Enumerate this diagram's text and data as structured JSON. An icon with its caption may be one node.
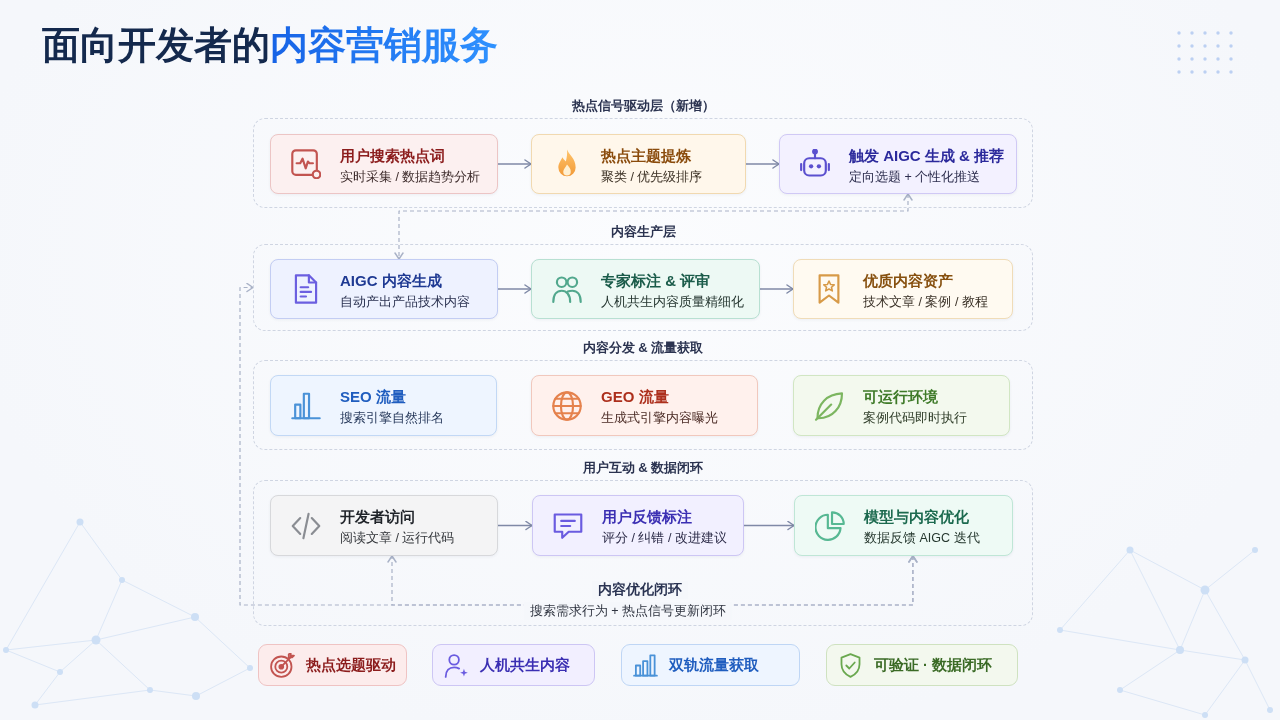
{
  "diagram": {
    "title": "面向开发者的内容营销服务",
    "nodes": [
      {
        "text": [
          "热点信号驱动层（新增）"
        ]
      },
      {
        "text": [
          "用户搜索热点词",
          "实时采集 / 数据趋势分析"
        ],
        "in": 0
      },
      {
        "text": [
          "热点主题提炼",
          "聚类 / 优先级排序"
        ],
        "in": 0
      },
      {
        "text": [
          "触发 AIGC 生成 & 推荐",
          "定向选题 + 个性化推送"
        ],
        "in": 0
      },
      {
        "text": [
          "内容生产层"
        ]
      },
      {
        "text": [
          "AIGC 内容生成",
          "自动产出产品技术内容"
        ],
        "in": 4
      },
      {
        "text": [
          "专家标注 & 评审",
          "人机共生内容质量精细化"
        ],
        "in": 4
      },
      {
        "text": [
          "优质内容资产",
          "技术文章 / 案例 / 教程"
        ],
        "in": 4
      },
      {
        "text": [
          "内容分发 & 流量获取"
        ]
      },
      {
        "text": [
          "SEO 流量",
          "搜索引擎自然排名"
        ],
        "in": 8
      },
      {
        "text": [
          "GEO 流量",
          "生成式引擎内容曝光"
        ],
        "in": 8
      },
      {
        "text": [
          "可运行环境",
          "案例代码即时执行"
        ],
        "in": 8
      },
      {
        "text": [
          "用户互动 & 数据闭环"
        ]
      },
      {
        "text": [
          "开发者访问",
          "阅读文章 / 运行代码"
        ],
        "in": 12
      },
      {
        "text": [
          "用户反馈标注",
          "评分 / 纠错 / 改进建议"
        ],
        "in": 12
      },
      {
        "text": [
          "模型与内容优化",
          "数据反馈 AIGC 迭代"
        ],
        "in": 12
      },
      {
        "text": [
          "热点选题驱动"
        ]
      },
      {
        "text": [
          "人机共生内容"
        ]
      },
      {
        "text": [
          "双轨流量获取"
        ]
      },
      {
        "text": [
          "可验证 · 数据闭环"
        ]
      }
    ],
    "edges": [
      {
        "from": 1,
        "to": 2,
        "arrow": "to"
      },
      {
        "from": 2,
        "to": 3,
        "arrow": "to"
      },
      {
        "from": 3,
        "to": 5,
        "arrow": "both",
        "style": "dashed",
        "color": "#a9b2c7"
      },
      {
        "from": 5,
        "to": 6,
        "arrow": "to"
      },
      {
        "from": 6,
        "to": 7,
        "arrow": "to"
      },
      {
        "from": 13,
        "to": 14,
        "arrow": "to"
      },
      {
        "from": 14,
        "to": 15,
        "arrow": "to"
      },
      {
        "from": 15,
        "to": 4,
        "arrow": "both",
        "style": "dashed",
        "color": "#a9b2c7",
        "label": "内容优化闭环"
      },
      {
        "from": 15,
        "to": 13,
        "arrow": "both",
        "style": "dashed",
        "color": "#a9b2c7",
        "label": "搜索需求行为 + 热点信号更新闭环"
      }
    ]
  }
}
